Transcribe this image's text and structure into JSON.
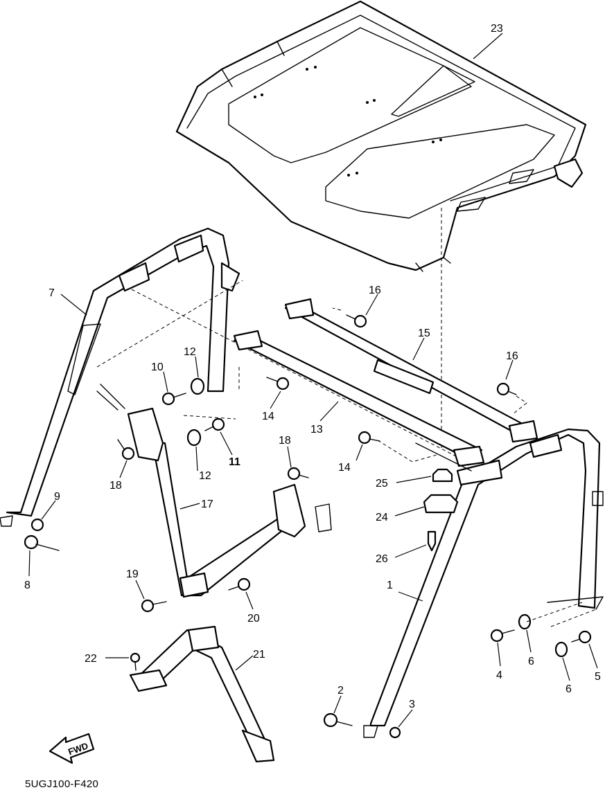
{
  "diagram": {
    "code": "5UGJ100-F420",
    "fwd_label": "FWD",
    "callouts": {
      "c1": "1",
      "c2": "2",
      "c3": "3",
      "c4": "4",
      "c5": "5",
      "c6a": "6",
      "c6b": "6",
      "c7": "7",
      "c8": "8",
      "c9": "9",
      "c10": "10",
      "c11": "11",
      "c12a": "12",
      "c12b": "12",
      "c13": "13",
      "c14a": "14",
      "c14b": "14",
      "c15": "15",
      "c16a": "16",
      "c16b": "16",
      "c17": "17",
      "c18a": "18",
      "c18b": "18",
      "c19": "19",
      "c20": "20",
      "c21": "21",
      "c22": "22",
      "c23": "23",
      "c24": "24",
      "c25": "25",
      "c26": "26"
    }
  }
}
